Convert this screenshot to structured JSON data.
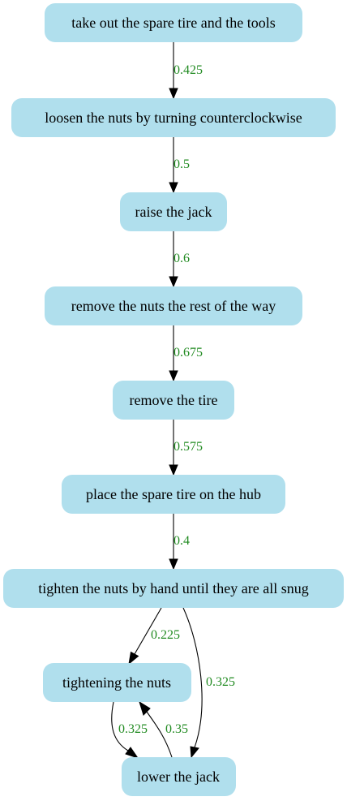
{
  "colors": {
    "node_fill": "#b0dfed",
    "edge_label": "#228b22",
    "edge": "#000000",
    "background": "#ffffff"
  },
  "nodes": [
    {
      "id": "n1",
      "label": "take out the spare tire and the tools"
    },
    {
      "id": "n2",
      "label": "loosen the nuts by turning counterclockwise"
    },
    {
      "id": "n3",
      "label": "raise the jack"
    },
    {
      "id": "n4",
      "label": "remove the nuts the rest of the way"
    },
    {
      "id": "n5",
      "label": "remove the tire"
    },
    {
      "id": "n6",
      "label": "place the spare tire on the hub"
    },
    {
      "id": "n7",
      "label": "tighten the nuts by hand until they are all snug"
    },
    {
      "id": "n8",
      "label": "tightening the nuts"
    },
    {
      "id": "n9",
      "label": "lower the jack"
    }
  ],
  "edges": [
    {
      "from": "n1",
      "to": "n2",
      "label": "0.425"
    },
    {
      "from": "n2",
      "to": "n3",
      "label": "0.5"
    },
    {
      "from": "n3",
      "to": "n4",
      "label": "0.6"
    },
    {
      "from": "n4",
      "to": "n5",
      "label": "0.675"
    },
    {
      "from": "n5",
      "to": "n6",
      "label": "0.575"
    },
    {
      "from": "n6",
      "to": "n7",
      "label": "0.4"
    },
    {
      "from": "n7",
      "to": "n8",
      "label": "0.225"
    },
    {
      "from": "n7",
      "to": "n9",
      "label": "0.325"
    },
    {
      "from": "n8",
      "to": "n9",
      "label": "0.325"
    },
    {
      "from": "n9",
      "to": "n8",
      "label": "0.35"
    }
  ]
}
